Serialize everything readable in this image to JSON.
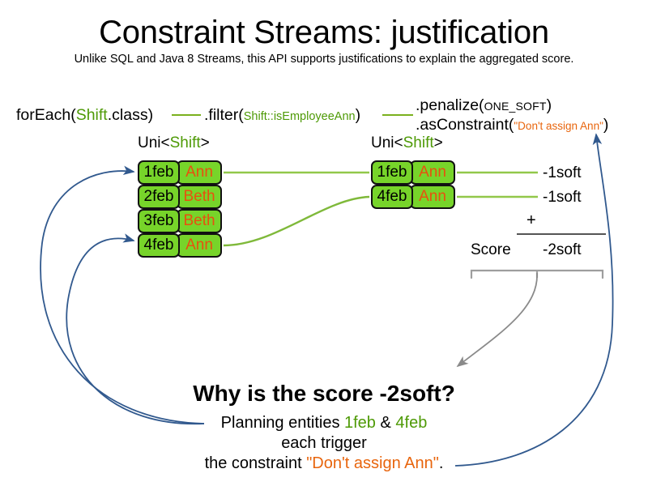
{
  "header": {
    "title": "Constraint Streams: justification",
    "subtitle": "Unlike SQL and Java 8 Streams, this API supports justifications to explain the aggregated score."
  },
  "code": {
    "foreach": {
      "prefix": "forEach(",
      "class": "Shift",
      "suffix": ".class)"
    },
    "filter": {
      "prefix": ".filter(",
      "method_ref": "Shift::isEmployeeAnn",
      "suffix": ")"
    },
    "penalize": {
      "prefix": ".penalize(",
      "enum": "ONE_SOFT",
      "suffix": ")"
    },
    "as_constraint": {
      "prefix": ".asConstraint(",
      "string": "\"Don't assign Ann\"",
      "suffix": ")"
    }
  },
  "streams": {
    "left": {
      "label_prefix": "Uni<",
      "label_class": "Shift",
      "label_suffix": ">",
      "rows": [
        {
          "date": "1feb",
          "name": "Ann"
        },
        {
          "date": "2feb",
          "name": "Beth"
        },
        {
          "date": "3feb",
          "name": "Beth"
        },
        {
          "date": "4feb",
          "name": "Ann"
        }
      ]
    },
    "right": {
      "label_prefix": "Uni<",
      "label_class": "Shift",
      "label_suffix": ">",
      "rows": [
        {
          "date": "1feb",
          "name": "Ann"
        },
        {
          "date": "4feb",
          "name": "Ann"
        }
      ]
    }
  },
  "score": {
    "penalties": [
      "-1soft",
      "-1soft"
    ],
    "operator": "+",
    "label": "Score",
    "total": "-2soft"
  },
  "explanation": {
    "heading": "Why is the score -2soft?",
    "line1_prefix": "Planning entities ",
    "entity1": "1feb",
    "line1_mid": " & ",
    "entity2": "4feb",
    "line2": "each trigger",
    "line3_prefix": "the constraint ",
    "constraint_name": "\"Don't assign Ann\"",
    "line3_suffix": "."
  },
  "colors": {
    "fact_fill": "#77d42a",
    "fact_border": "#111111",
    "name_text": "#e8500f",
    "class_green": "#4e9a06",
    "string_orange": "#e8650d",
    "connector_green": "#7bb11e",
    "arrow_blue": "#31598e",
    "brace_gray": "#999999"
  }
}
